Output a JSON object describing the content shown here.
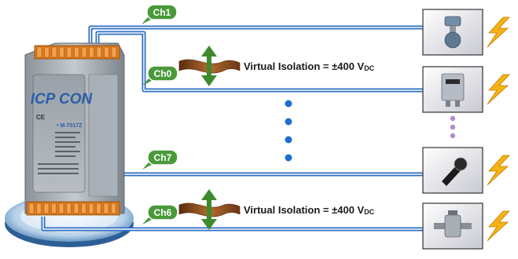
{
  "module": {
    "brand": "ICP CON",
    "model": "• M-7017Z",
    "ce_mark": "CE"
  },
  "channels": [
    {
      "label": "Ch1"
    },
    {
      "label": "Ch0"
    },
    {
      "label": "Ch7"
    },
    {
      "label": "Ch6"
    }
  ],
  "isolation": [
    {
      "text": "Virtual Isolation = ±400 V",
      "unit_sub": "DC"
    },
    {
      "text": "Virtual Isolation = ±400 V",
      "unit_sub": "DC"
    }
  ],
  "colors": {
    "wire": "#2f6fc4",
    "bubble": "#4a9a3a",
    "arrow": "#3f8a2e",
    "ribbon": "#8a4a1e",
    "dots_blue": "#1d6fd0",
    "dots_purple": "#b58ad0",
    "bolt": "#f4b214"
  },
  "devices": [
    {
      "icon": "pressure-transmitter-icon"
    },
    {
      "icon": "gas-meter-icon"
    },
    {
      "icon": "proximity-sensor-icon"
    },
    {
      "icon": "torque-sensor-icon"
    }
  ]
}
